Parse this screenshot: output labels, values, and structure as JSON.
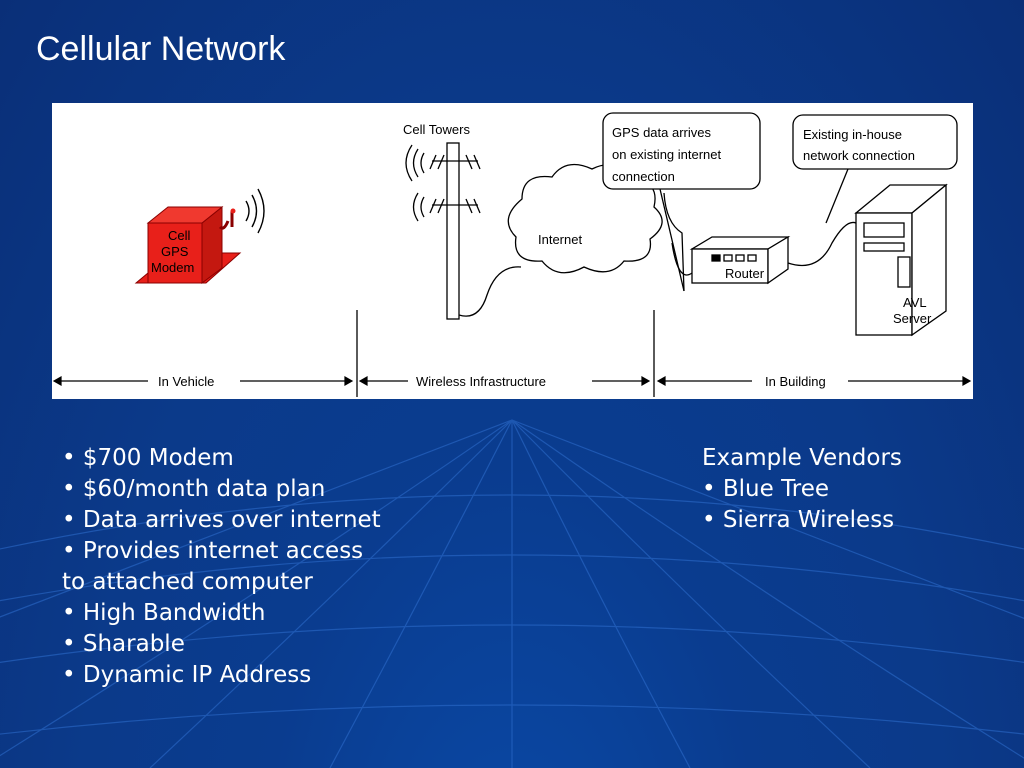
{
  "slide": {
    "title": "Cellular Network"
  },
  "diagram": {
    "modem_lines": [
      "Cell",
      "GPS",
      "Modem"
    ],
    "cell_towers_label": "Cell Towers",
    "internet_label": "Internet",
    "router_label": "Router",
    "server_lines": [
      "AVL",
      "Server"
    ],
    "callout_gps_lines": [
      "GPS data arrives",
      "on existing internet",
      "connection"
    ],
    "callout_network_lines": [
      "Existing in-house",
      "network connection"
    ],
    "sections": [
      "In Vehicle",
      "Wireless Infrastructure",
      "In Building"
    ],
    "colors": {
      "modem": "#e8201a",
      "modem_edge": "#8a0000"
    }
  },
  "features": {
    "lines": [
      "• $700 Modem",
      "• $60/month data plan",
      "• Data arrives over internet",
      "• Provides internet access",
      "to attached computer",
      "• High Bandwidth",
      "• Sharable",
      "• Dynamic IP Address"
    ]
  },
  "vendors": {
    "heading": "Example Vendors",
    "items": [
      "• Blue Tree",
      "• Sierra Wireless"
    ]
  }
}
